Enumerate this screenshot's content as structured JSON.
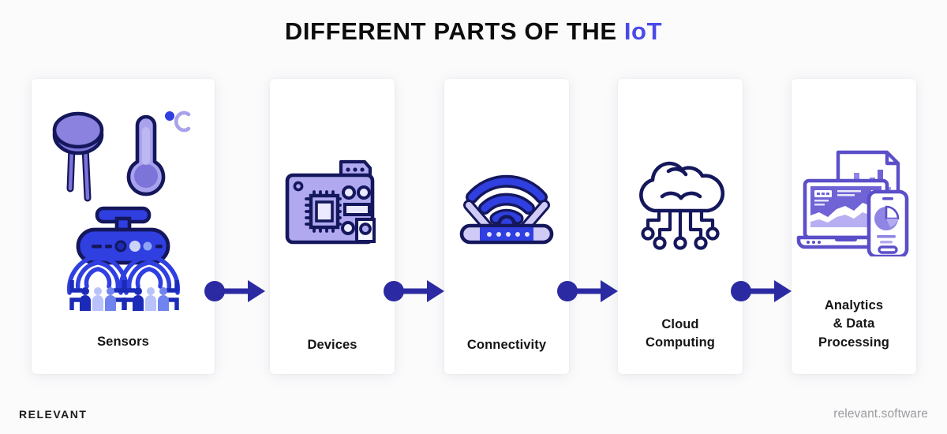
{
  "header": {
    "title_main": "DIFFERENT PARTS OF THE ",
    "title_accent": "IoT"
  },
  "colors": {
    "page_background": "#fbfbfc",
    "card_background": "#ffffff",
    "title_text": "#0d0d0d",
    "accent_blue": "#4a4ae8",
    "arrow_indigo": "#2b2aa2",
    "icon_outline_navy": "#15175c",
    "icon_fill_periwinkle": "#7c74d8",
    "icon_fill_lavender": "#a9a2ec",
    "icon_blue": "#2f3fe0",
    "footer_brand": "#1c1c1c",
    "footer_url": "#9b9b9f"
  },
  "cards": [
    {
      "id": "sensors",
      "label": "Sensors",
      "label_lines": [
        "Sensors"
      ],
      "icon": "sensors-icon",
      "icon_parts": [
        "thermistor",
        "thermometer-celsius",
        "motion-detector",
        "signal-waves",
        "people-detection-frames"
      ]
    },
    {
      "id": "devices",
      "label": "Devices",
      "label_lines": [
        "Devices"
      ],
      "icon": "circuit-board-icon",
      "icon_parts": [
        "microchip",
        "connector-header",
        "capacitors",
        "resistor"
      ]
    },
    {
      "id": "connectivity",
      "label": "Connectivity",
      "label_lines": [
        "Connectivity"
      ],
      "icon": "wifi-router-icon",
      "icon_parts": [
        "wifi-arcs",
        "antennas",
        "router-base",
        "led-indicators"
      ]
    },
    {
      "id": "cloud-computing",
      "label": "Cloud Computing",
      "label_lines": [
        "Cloud",
        "Computing"
      ],
      "icon": "cloud-circuit-icon",
      "icon_parts": [
        "cloud-outline",
        "circuit-traces",
        "terminal-nodes"
      ]
    },
    {
      "id": "analytics-data-processing",
      "label": "Analytics & Data Processing",
      "label_lines": [
        "Analytics",
        "& Data",
        "Processing"
      ],
      "icon": "analytics-devices-icon",
      "icon_parts": [
        "document-bar-chart",
        "laptop-area-chart",
        "phone-pie-chart"
      ]
    }
  ],
  "arrows": [
    {
      "id": "arrow-sensors-to-devices",
      "name": "flow-arrow"
    },
    {
      "id": "arrow-devices-to-connectivity",
      "name": "flow-arrow"
    },
    {
      "id": "arrow-connectivity-to-cloud",
      "name": "flow-arrow"
    },
    {
      "id": "arrow-cloud-to-analytics",
      "name": "flow-arrow"
    }
  ],
  "footer": {
    "brand": "RELEVANT",
    "website": "relevant.software"
  }
}
